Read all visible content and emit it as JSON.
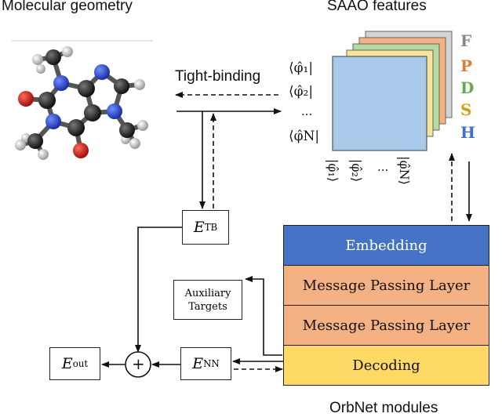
{
  "labels": {
    "molecular_geometry": "Molecular geometry",
    "saao_features": "SAAO features",
    "tight_binding": "Tight-binding",
    "orbnet_modules": "OrbNet modules"
  },
  "orbitals_left": [
    "⟨φ̂₁|",
    "⟨φ̂₂|",
    "...",
    "⟨φ̂N|"
  ],
  "orbitals_bottom": [
    "|φ̂₁⟩",
    "|φ̂₂⟩",
    "...",
    "|φ̂N⟩"
  ],
  "feature_letters": [
    {
      "letter": "F",
      "color": "#8a8a8a"
    },
    {
      "letter": "P",
      "color": "#e07b39"
    },
    {
      "letter": "D",
      "color": "#6aa84f"
    },
    {
      "letter": "S",
      "color": "#d4a017"
    },
    {
      "letter": "H",
      "color": "#3d6fd1"
    }
  ],
  "modules": {
    "embedding": "Embedding",
    "message_passing_1": "Message Passing Layer",
    "message_passing_2": "Message Passing Layer",
    "decoding": "Decoding"
  },
  "boxes": {
    "e_tb_main": "E",
    "e_tb_sub": "TB",
    "e_nn_main": "E",
    "e_nn_sub": "NN",
    "e_out_main": "E",
    "e_out_sub": "out",
    "plus": "+",
    "auxiliary_1": "Auxiliary",
    "auxiliary_2": "Targets"
  },
  "colors": {
    "embedding": "#4472c4",
    "message_passing": "#f4b183",
    "decoding": "#ffd966",
    "matrix": "#a9c9ea"
  }
}
